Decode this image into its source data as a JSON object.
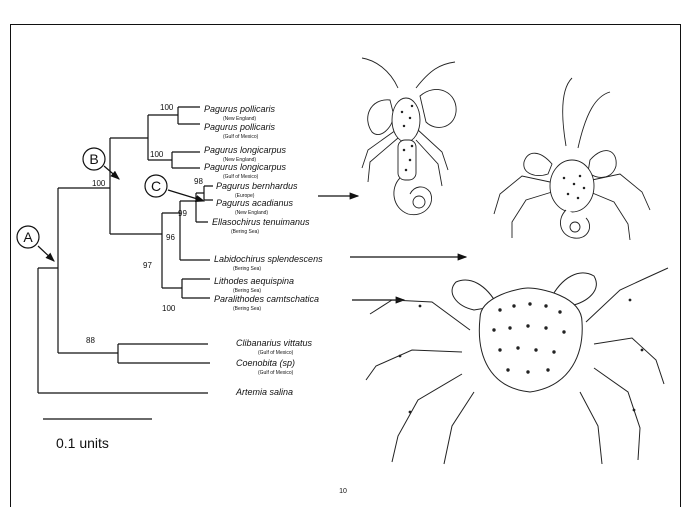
{
  "taxa": [
    {
      "name": "Pagurus pollicaris",
      "loc": "(New England)"
    },
    {
      "name": "Pagurus pollicaris",
      "loc": "(Gulf of Mexico)"
    },
    {
      "name": "Pagurus longicarpus",
      "loc": "(New England)"
    },
    {
      "name": "Pagurus longicarpus",
      "loc": "(Gulf of Mexico)"
    },
    {
      "name": "Pagurus bernhardus",
      "loc": "(Europe)"
    },
    {
      "name": "Pagurus acadianus",
      "loc": "(New England)"
    },
    {
      "name": "Ellasochirus tenuimanus",
      "loc": "(Bering Sea)"
    },
    {
      "name": "Labidochirus splendescens",
      "loc": "(Bering Sea)"
    },
    {
      "name": "Lithodes aequispina",
      "loc": "(Bering Sea)"
    },
    {
      "name": "Paralithodes camtschatica",
      "loc": "(Bering Sea)"
    },
    {
      "name": "Clibanarius vittatus",
      "loc": "(Gulf of Mexico)"
    },
    {
      "name": "Coenobita (sp)",
      "loc": "(Gulf of Mexico)"
    },
    {
      "name": "Artemia salina",
      "loc": ""
    }
  ],
  "bootstrap": {
    "pollicaris": "100",
    "longicarpus": "100",
    "clade_b": "100",
    "bernhardus_acadianus": "98",
    "with_ellasochirus": "99",
    "with_labidochirus": "96",
    "king_crabs": "100",
    "pagurid_lithodid": "97",
    "clibanarius_coenobita": "88"
  },
  "clades": {
    "a": "A",
    "b": "B",
    "c": "C"
  },
  "scale_label": "0.1 units",
  "page_number": "10"
}
